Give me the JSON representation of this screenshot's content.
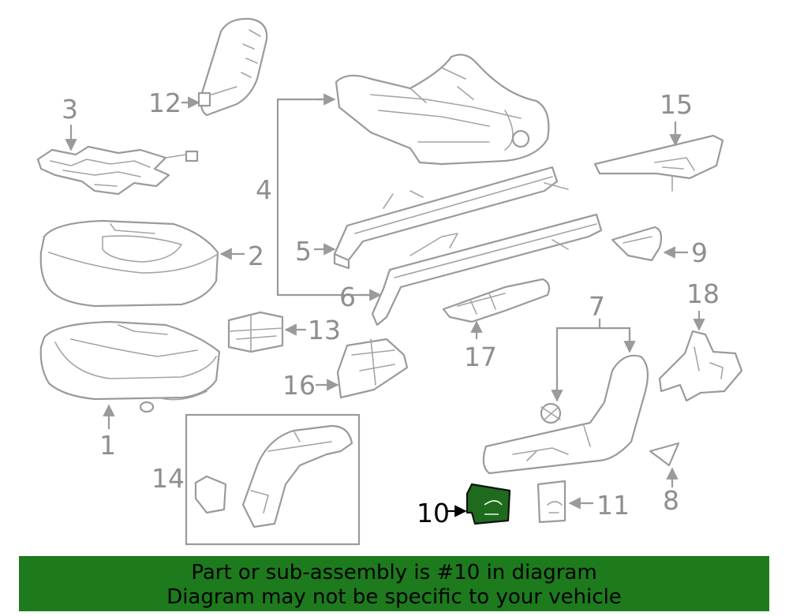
{
  "callouts": {
    "c1": "1",
    "c2": "2",
    "c3": "3",
    "c4": "4",
    "c5": "5",
    "c6": "6",
    "c7": "7",
    "c8": "8",
    "c9": "9",
    "c10": "10",
    "c11": "11",
    "c12": "12",
    "c13": "13",
    "c14": "14",
    "c15": "15",
    "c16": "16",
    "c17": "17",
    "c18": "18"
  },
  "highlight": {
    "part_number": "10",
    "color": "#1e6b1e"
  },
  "banner": {
    "line1": "Part or sub-assembly is #10 in diagram",
    "line2": "Diagram may not be specific to your vehicle",
    "background": "#1d7a1d"
  }
}
